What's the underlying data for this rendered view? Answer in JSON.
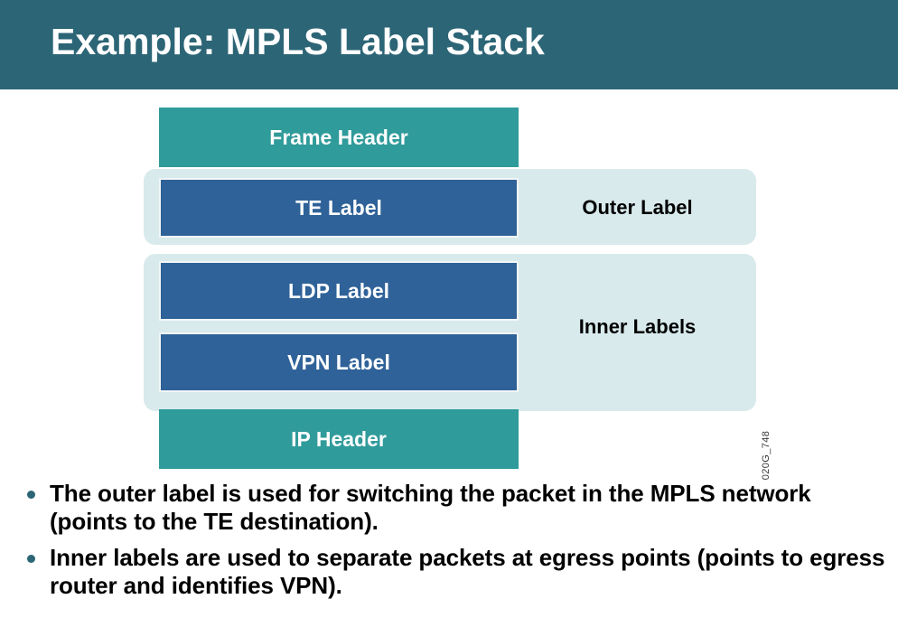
{
  "slide": {
    "title": "Example: MPLS Label Stack",
    "figure_id": "020G_748"
  },
  "colors": {
    "title_bar": "#2c6576",
    "teal_block": "#309b9b",
    "blue_block": "#2f6298",
    "group_box": "#d8eaec",
    "bullet_marker": "#2c6576",
    "block_text": "#ffffff",
    "group_label_text": "#000000",
    "body_text": "#000000",
    "page_background": "#ffffff"
  },
  "diagram": {
    "blocks": [
      {
        "label": "Frame Header",
        "kind": "teal"
      },
      {
        "label": "TE Label",
        "kind": "blue"
      },
      {
        "label": "LDP Label",
        "kind": "blue"
      },
      {
        "label": "VPN Label",
        "kind": "blue"
      },
      {
        "label": "IP Header",
        "kind": "teal"
      }
    ],
    "groups": [
      {
        "label": "Outer Label",
        "members": [
          "TE Label"
        ]
      },
      {
        "label": "Inner Labels",
        "members": [
          "LDP Label",
          "VPN Label"
        ]
      }
    ]
  },
  "bullets": [
    "The outer label is used for switching the packet in the MPLS network (points to the TE destination).",
    "Inner labels are used to separate packets at egress points (points to egress router and identifies VPN)."
  ]
}
